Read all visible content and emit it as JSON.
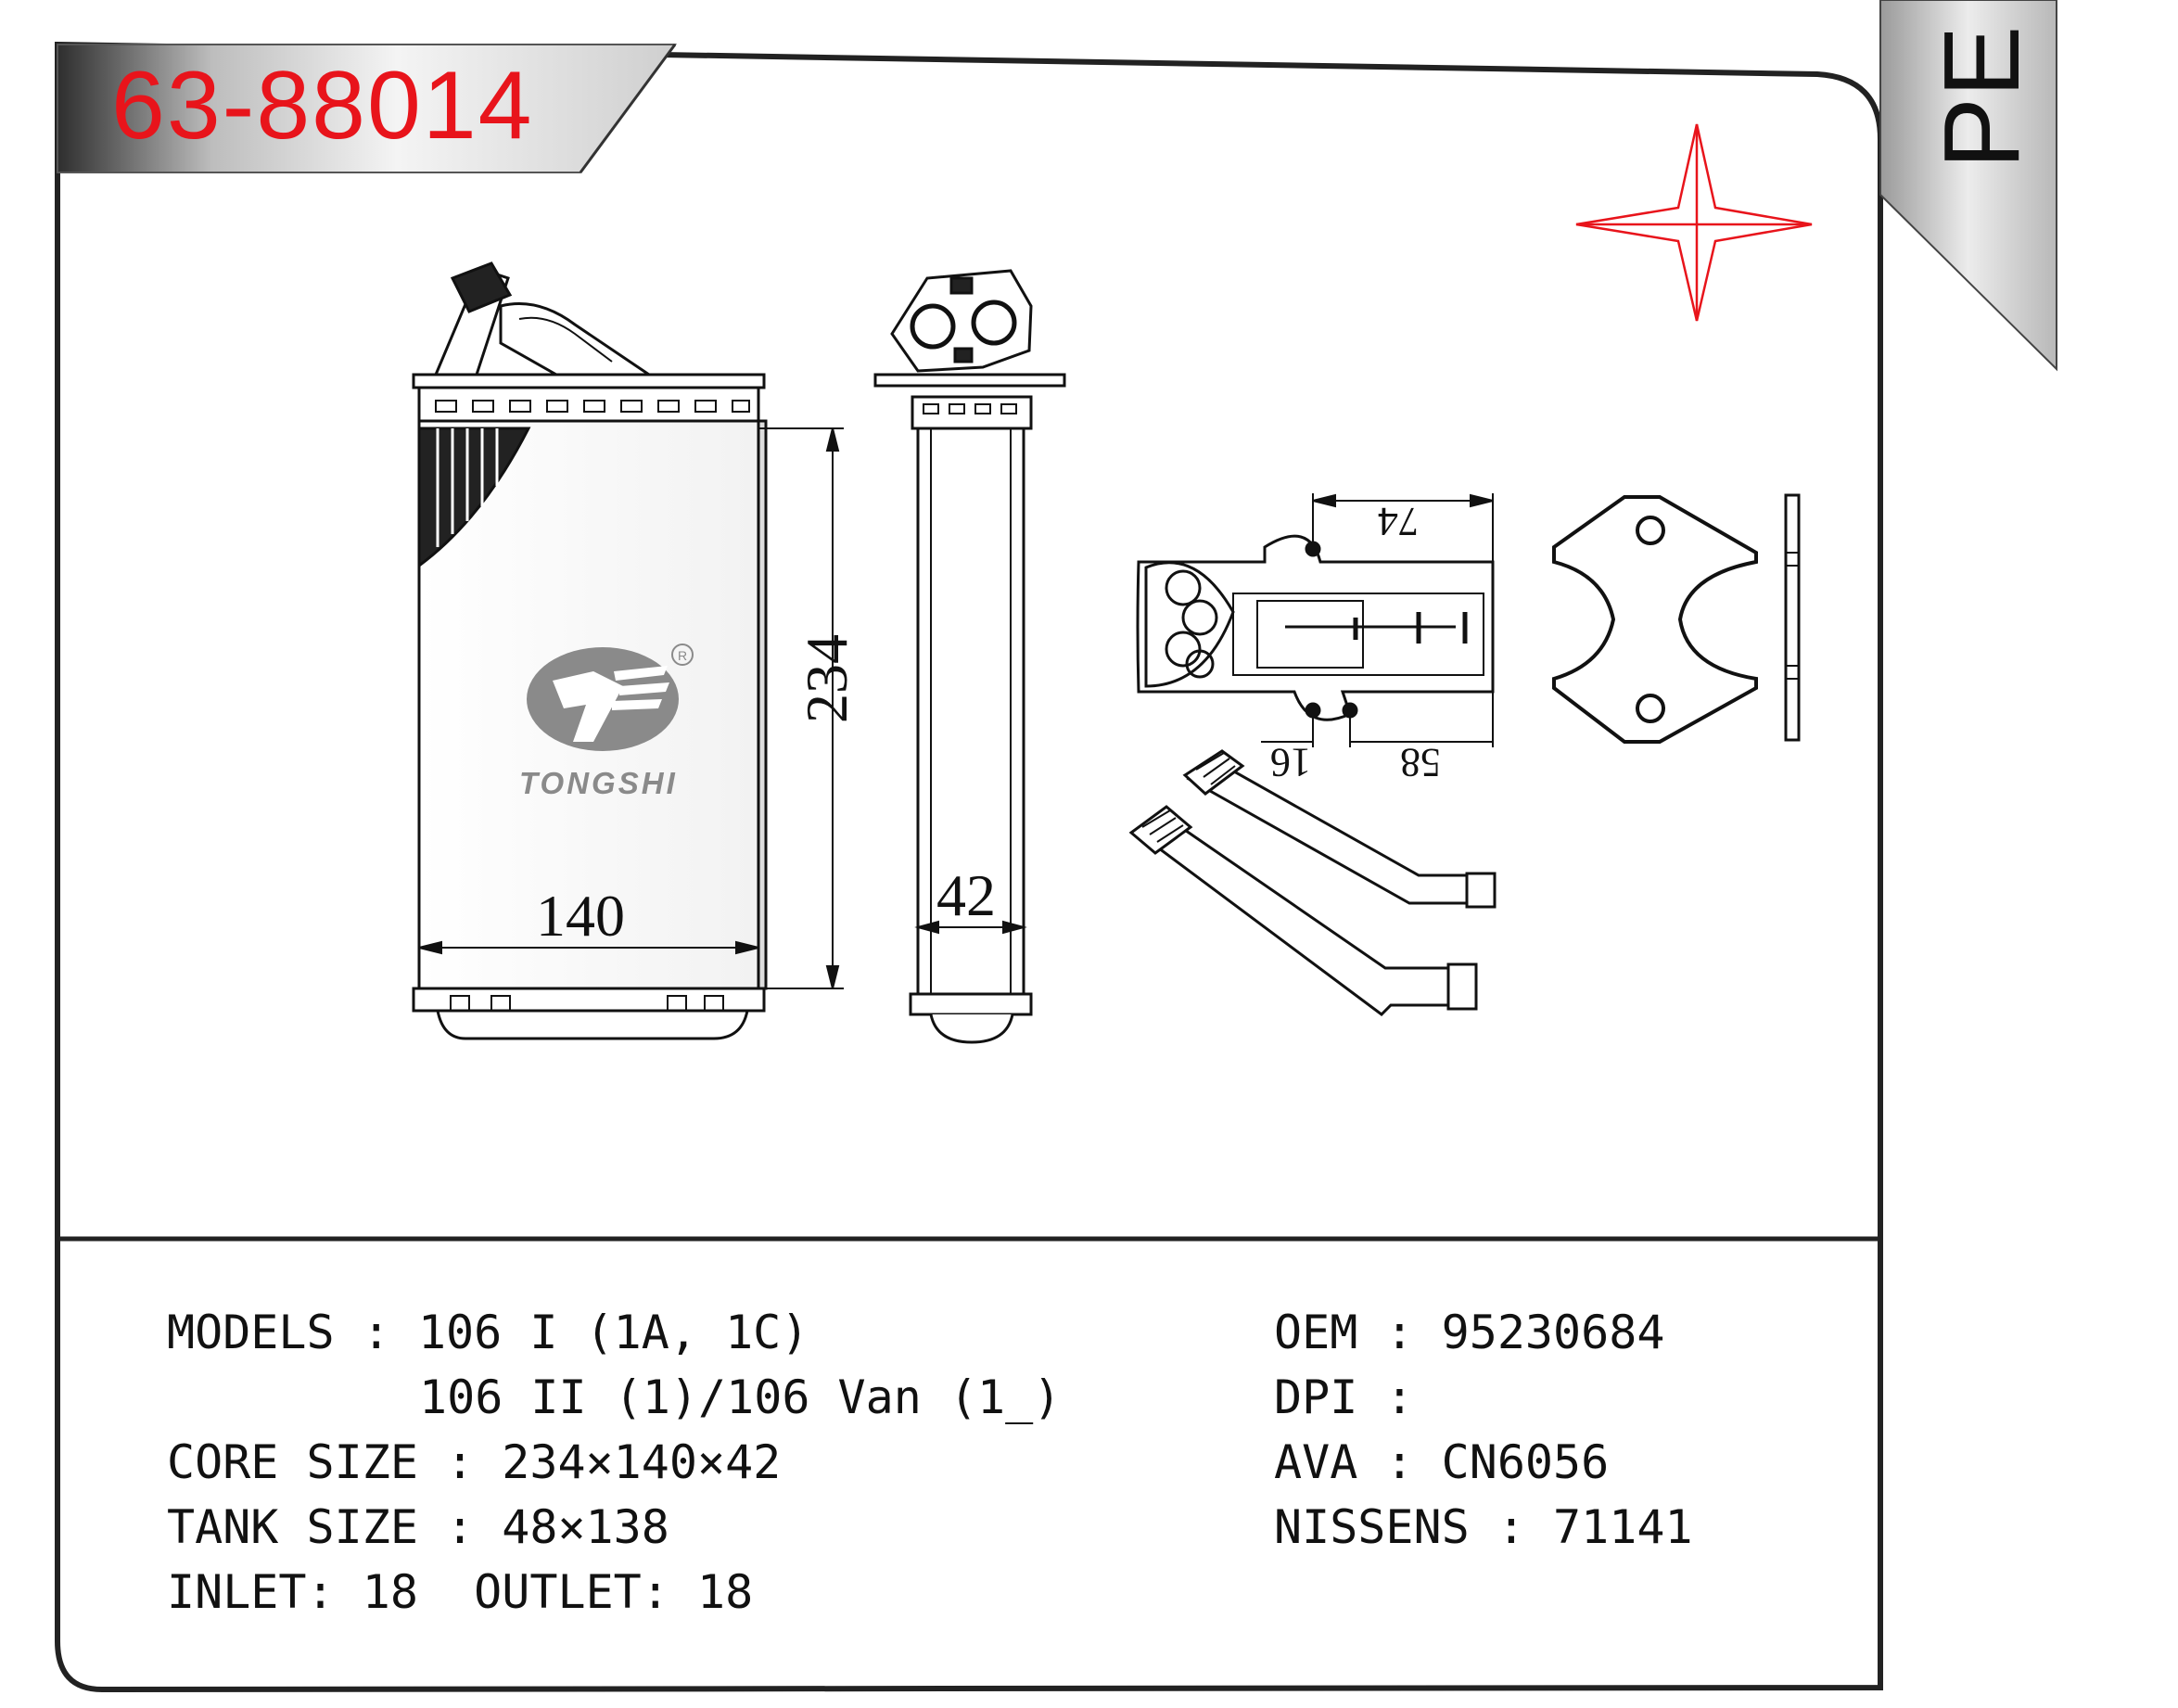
{
  "part_number": "63-88014",
  "brand_code": "PE",
  "logo": {
    "name": "TONGSHI",
    "registered": "®"
  },
  "dimensions": {
    "height": "234",
    "width": "140",
    "depth": "42",
    "bracket_width": "74",
    "hole_offset": "16",
    "hole_span": "58"
  },
  "specs": {
    "models_label": "MODELS",
    "models_line1": "106 I (1A, 1C)",
    "models_line2": "106 II (1)/106 Van (1_)",
    "core_size_label": "CORE SIZE",
    "core_size_value": "234×140×42",
    "tank_size_label": "TANK SIZE",
    "tank_size_value": "48×138",
    "inlet_label": "INLET",
    "inlet_value": "18",
    "outlet_label": "OUTLET",
    "outlet_value": "18",
    "oem_label": "OEM",
    "oem_value": "95230684",
    "dpi_label": "DPI",
    "dpi_value": "",
    "ava_label": "AVA",
    "ava_value": "CN6056",
    "nissens_label": "NISSENS",
    "nissens_value": "71141"
  },
  "colors": {
    "accent": "#e8141b",
    "frame": "#222222",
    "banner_dark": "#3a3a3a",
    "logo_gray": "#8a8a8a"
  }
}
